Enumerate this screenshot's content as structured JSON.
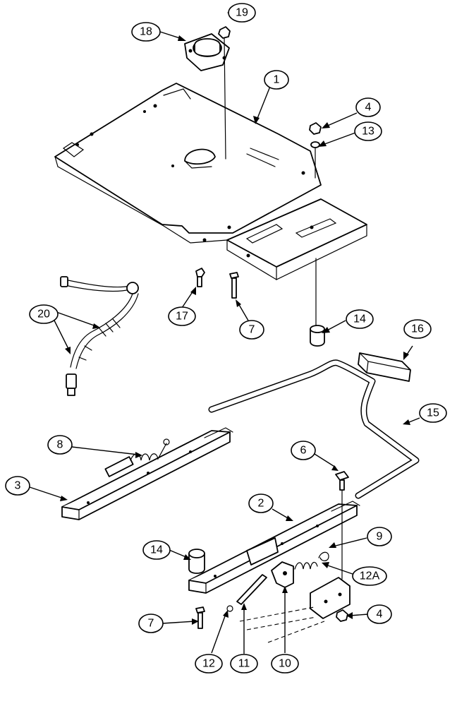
{
  "diagram": {
    "callouts": [
      {
        "id": "c1",
        "label": "1"
      },
      {
        "id": "c2",
        "label": "2"
      },
      {
        "id": "c3",
        "label": "3"
      },
      {
        "id": "c4a",
        "label": "4"
      },
      {
        "id": "c4b",
        "label": "4"
      },
      {
        "id": "c6",
        "label": "6"
      },
      {
        "id": "c7a",
        "label": "7"
      },
      {
        "id": "c7b",
        "label": "7"
      },
      {
        "id": "c8",
        "label": "8"
      },
      {
        "id": "c9",
        "label": "9"
      },
      {
        "id": "c10",
        "label": "10"
      },
      {
        "id": "c11",
        "label": "11"
      },
      {
        "id": "c12",
        "label": "12"
      },
      {
        "id": "c12a",
        "label": "12A"
      },
      {
        "id": "c13",
        "label": "13"
      },
      {
        "id": "c14a",
        "label": "14"
      },
      {
        "id": "c14b",
        "label": "14"
      },
      {
        "id": "c15",
        "label": "15"
      },
      {
        "id": "c16",
        "label": "16"
      },
      {
        "id": "c17",
        "label": "17"
      },
      {
        "id": "c18",
        "label": "18"
      },
      {
        "id": "c19",
        "label": "19"
      },
      {
        "id": "c20",
        "label": "20"
      }
    ]
  }
}
